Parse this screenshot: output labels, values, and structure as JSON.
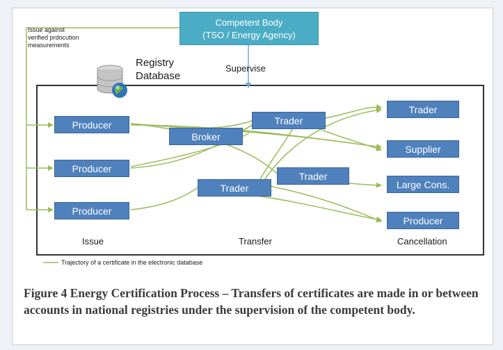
{
  "competent_body": {
    "line1": "Competent Body",
    "line2": "(TSO / Energy Agency)"
  },
  "issue_note": {
    "line1": "Issue against",
    "line2": "verified prdocution",
    "line3": "measurements"
  },
  "supervise_label": "Supervise",
  "registry": {
    "line1": "Registry",
    "line2": "Database"
  },
  "boxes": {
    "producer_1": "Producer",
    "producer_2": "Producer",
    "producer_3": "Producer",
    "broker": "Broker",
    "trader_top": "Trader",
    "trader_middle": "Trader",
    "trader_bottom": "Trader",
    "out_trader": "Trader",
    "out_supplier": "Supplier",
    "out_large_cons": "Large Cons.",
    "out_producer": "Producer"
  },
  "stages": {
    "issue": "Issue",
    "transfer": "Transfer",
    "cancellation": "Cancellation"
  },
  "legend": {
    "text": "Trajectory of a certificate in the electronic database",
    "color": "#9bbb59"
  },
  "colors": {
    "box": "#4f81bd",
    "competent_body": "#4bacc6",
    "arrow": "#9bbb59",
    "supervise_arrow": "#6fa8dc"
  },
  "caption": "Figure 4 Energy Certification Process – Transfers of certificates are made in or between accounts in national registries under the supervision of the competent body."
}
